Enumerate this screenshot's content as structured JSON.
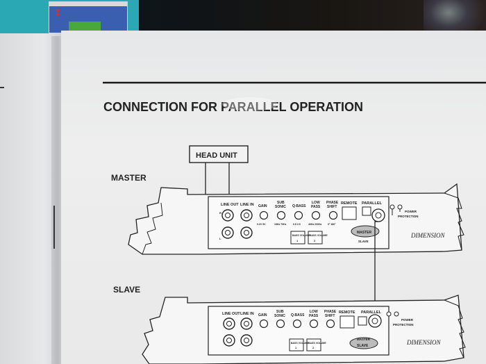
{
  "page": {
    "title": "CONNECTION FOR PARALLEL OPERATION",
    "head_unit_label": "HEAD UNIT",
    "sections": [
      {
        "id": "master",
        "label": "MASTER"
      },
      {
        "id": "slave",
        "label": "SLAVE"
      }
    ]
  },
  "amp": {
    "line_out": "LINE OUT",
    "line_in": "LINE IN",
    "gain": "GAIN",
    "sub": "SUB",
    "sonic": "SONIC",
    "q_bass": "Q-BASS",
    "low": "LOW",
    "pass": "PASS",
    "phase": "PHASE",
    "shift": "SHIFT",
    "remote": "REMOTE",
    "parallel": "PARALLEL",
    "power": "POWER",
    "protection": "PROTECTION",
    "master_switch": "MASTER",
    "slave_switch": "SLAVE",
    "bass_volume": "BASS VOLUME",
    "vol1": "1",
    "vol2": "2",
    "gain_scale": "0.2V 5V",
    "sub_scale": "15Hz 70Hz",
    "qbass_scale": "0.5 2.5",
    "low_scale": "40Hz 200Hz",
    "phase_scale": "0° 180°",
    "ch_r": "R",
    "ch_l": "L",
    "brand": "DIMENSION"
  }
}
